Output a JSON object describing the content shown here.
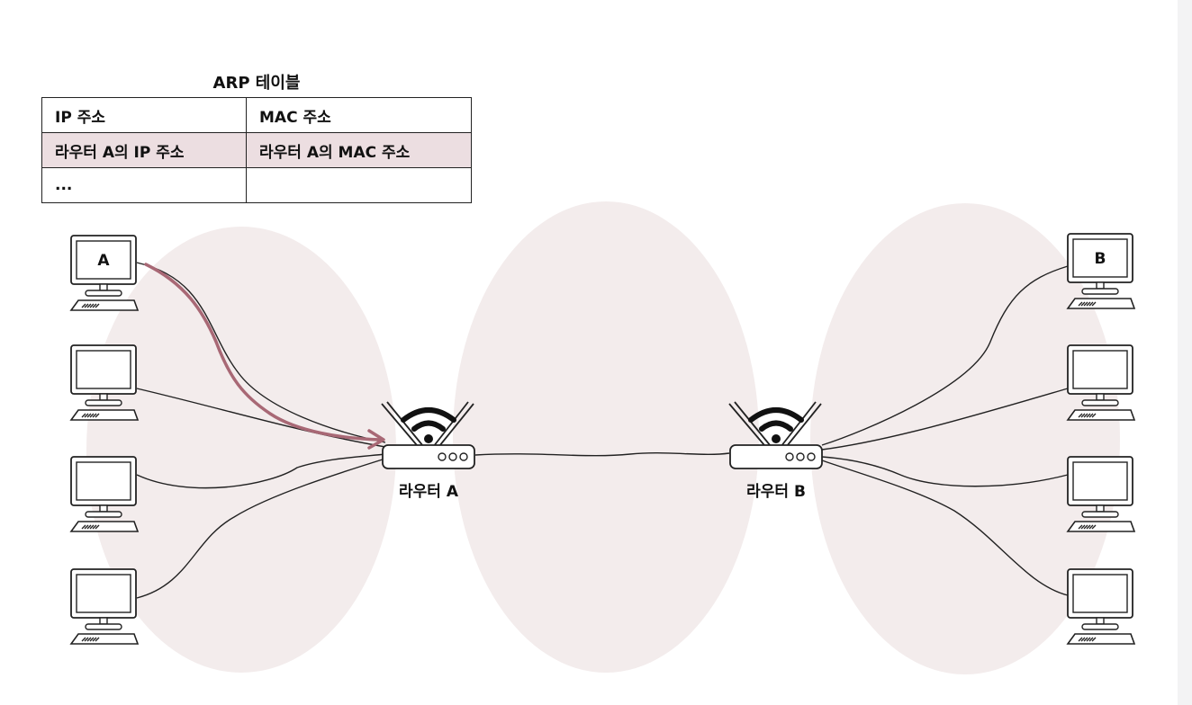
{
  "arp_table": {
    "title": "ARP 테이블",
    "columns": [
      "IP 주소",
      "MAC 주소"
    ],
    "rows": [
      [
        "라우터 A의 IP 주소",
        "라우터 A의 MAC 주소"
      ],
      [
        "...",
        ""
      ]
    ],
    "highlight_row": 0
  },
  "hosts": {
    "a_label": "A",
    "b_label": "B"
  },
  "routers": {
    "a_label": "라우터 A",
    "b_label": "라우터 B"
  },
  "colors": {
    "network_zone": "#f3ecec",
    "arrow": "#a86875",
    "line": "#222222",
    "table_highlight": "#ecdee1"
  }
}
